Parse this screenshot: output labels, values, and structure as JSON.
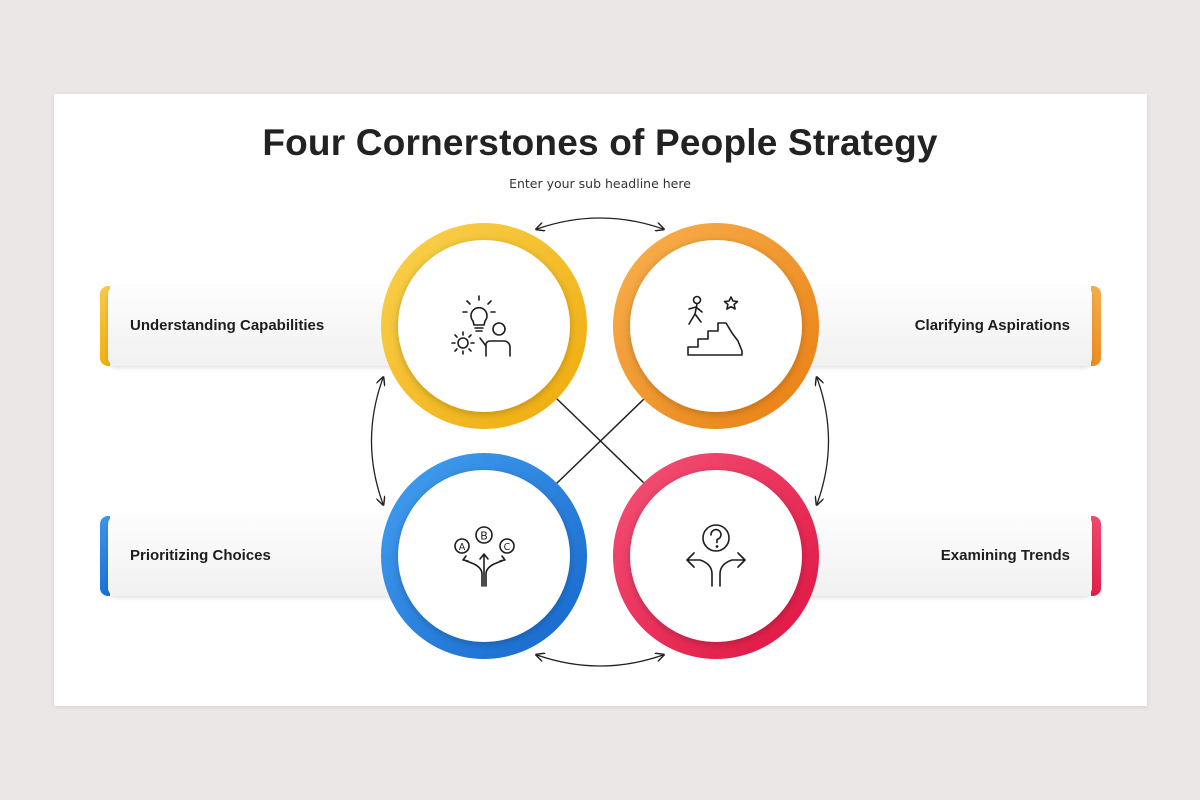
{
  "title": "Four Cornerstones of People Strategy",
  "subtitle": "Enter your sub headline here",
  "items": [
    {
      "label": "Understanding Capabilities",
      "color": "#f2b817",
      "icon": "idea-person-gear-icon"
    },
    {
      "label": "Clarifying Aspirations",
      "color": "#f0901e",
      "icon": "climbing-stairs-star-icon"
    },
    {
      "label": "Prioritizing Choices",
      "color": "#1e7fdd",
      "icon": "abc-choices-arrows-icon"
    },
    {
      "label": "Examining Trends",
      "color": "#ea2a53",
      "icon": "question-split-arrows-icon"
    }
  ]
}
